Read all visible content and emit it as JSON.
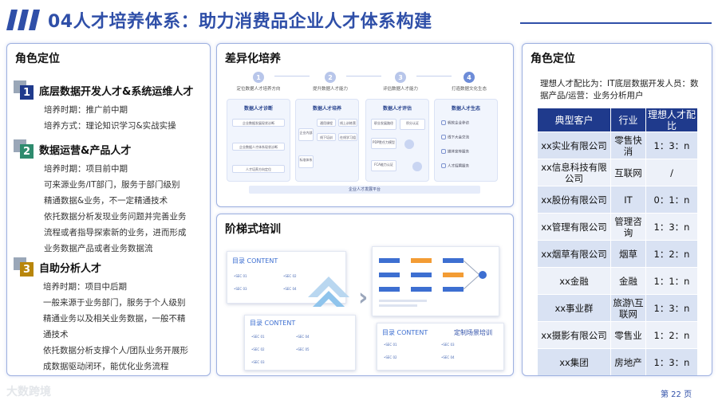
{
  "header": {
    "title": "04人才培养体系：助力消费品企业人才体系构建"
  },
  "left_panel": {
    "heading": "角色定位",
    "roles": [
      {
        "num": "1",
        "num_color": "#1f3a8c",
        "title": "底层数据开发人才&系统运维人才",
        "lines": [
          "培养时期：推广前中期",
          "培养方式：理论知识学习&实战实操"
        ]
      },
      {
        "num": "2",
        "num_color": "#2e8b6e",
        "title": "数据运营&产品人才",
        "lines": [
          "培养时期：项目前中期",
          "可来源业务/IT部门，服务于部门级别",
          "精通数据&业务，不一定精通技术",
          "依托数据分析发现业务问题并完善业务",
          "流程或者指导探索新的业务，进而形成",
          "业务数据产品或者业务数据流"
        ]
      },
      {
        "num": "3",
        "num_color": "#b8860b",
        "title": "自助分析人才",
        "lines": [
          "培养时期：项目中后期",
          "一般来源于业务部门，服务于个人级别",
          "精通业务以及相关业务数据，一般不精",
          "通技术",
          "依托数据分析支撑个人/团队业务开展形",
          "成数据驱动闭环，能优化业务流程"
        ]
      }
    ]
  },
  "diff_panel": {
    "heading": "差异化培养",
    "steps": [
      {
        "num": "1",
        "label": "定位数据人才培养方向"
      },
      {
        "num": "2",
        "label": "提升数据人才能力"
      },
      {
        "num": "3",
        "label": "评估数据人才能力"
      },
      {
        "num": "4",
        "label": "打造数据文化生态"
      }
    ],
    "cards": [
      {
        "title": "数据人才诊断",
        "items": [
          "企业数据发展现状诊断",
          "企业数据人才体系现状诊断",
          "人才培养方向定位"
        ]
      },
      {
        "title": "数据人才培养",
        "items": [
          "通用课程",
          "线上训练营",
          "线下培训",
          "在线学习组",
          "企业内部",
          "标准体系"
        ]
      },
      {
        "title": "数据人才评估",
        "items": [
          "职业发展路径",
          "积分认证",
          "PDP胜任力模型",
          "FCA能力认证"
        ]
      },
      {
        "title": "数据人才生态",
        "items": [
          "帆软企业参访",
          "线下大会交流",
          "媒体宣传服务",
          "人才招聘服务"
        ]
      }
    ],
    "platform": "企业人才发展平台"
  },
  "stair_panel": {
    "heading": "阶梯式培训",
    "doc1_title": "目录 CONTENT",
    "doc2_title": "目录 CONTENT",
    "doc3_title": "目录 CONTENT",
    "doc3_sub": "定制场景培训",
    "doc_items": [
      "SEC 01",
      "SEC 02",
      "SEC 03",
      "SEC 04",
      "SEC 05"
    ]
  },
  "right_panel": {
    "heading": "角色定位",
    "ratio_text": "理想人才配比为：IT底层数据开发人员：数据产品/运营：业务分析用户",
    "columns": [
      "典型客户",
      "行业",
      "理想人才配比"
    ],
    "rows": [
      [
        "xx实业有限公司",
        "零售快消",
        "1：3：n"
      ],
      [
        "xx信息科技有限公司",
        "互联网",
        "/"
      ],
      [
        "xx股份有限公司",
        "IT",
        "0：1：n"
      ],
      [
        "xx管理有限公司",
        "管理咨询",
        "1：3：n"
      ],
      [
        "xx烟草有限公司",
        "烟草",
        "1：2：n"
      ],
      [
        "xx金融",
        "金融",
        "1：1：n"
      ],
      [
        "xx事业群",
        "旅游\\互联网",
        "1：3：n"
      ],
      [
        "xx摄影有限公司",
        "零售业",
        "1：2：n"
      ],
      [
        "xx集团",
        "房地产",
        "1：3：n"
      ]
    ]
  },
  "footer": {
    "brand": "大数跨境",
    "page": "第 22 页"
  },
  "colors": {
    "brand_blue": "#2f4fa8",
    "table_header": "#1f3a8c",
    "table_row": "#d9e2f3"
  }
}
